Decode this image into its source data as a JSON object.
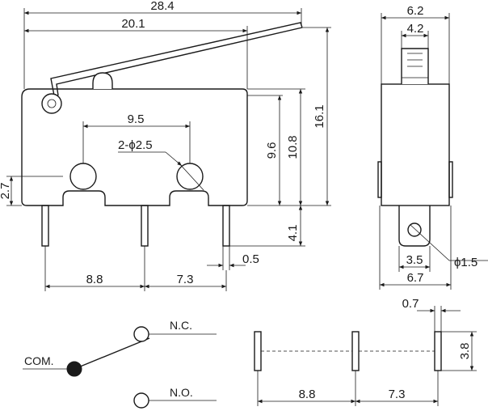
{
  "dimensions": {
    "overall_length": "28.4",
    "lever_length": "20.1",
    "pin_spacing_holes": "9.5",
    "hole_spec": "2-ϕ2.5",
    "hole_height": "2.7",
    "height_96": "9.6",
    "height_108": "10.8",
    "height_161": "16.1",
    "terminal_length": "4.1",
    "terminal_thickness": "0.5",
    "pin_pitch_left": "8.8",
    "pin_pitch_right": "7.3",
    "side_width_top": "6.2",
    "actuator_width": "4.2",
    "terminal_width": "3.5",
    "terminal_hole": "ϕ1.5",
    "side_width_bottom": "6.7",
    "pcb_slot_width": "0.7",
    "pcb_slot_length": "3.8",
    "pcb_pitch_left": "8.8",
    "pcb_pitch_right": "7.3"
  },
  "schematic": {
    "com_label": "COM.",
    "nc_label": "N.C.",
    "no_label": "N.O."
  }
}
